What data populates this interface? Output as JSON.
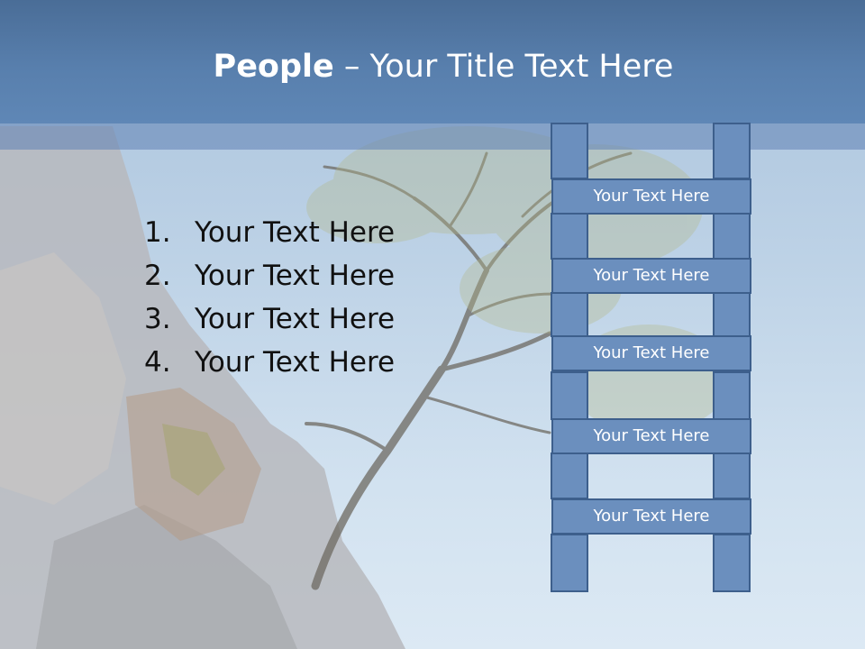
{
  "slide": {
    "title_bold": "People",
    "title_rest": " – Your Title Text Here",
    "list_items": [
      {
        "number": "1.",
        "text": "Your Text Here"
      },
      {
        "number": "2.",
        "text": "Your Text Here"
      },
      {
        "number": "3.",
        "text": "Your Text Here"
      },
      {
        "number": "4.",
        "text": "Your Text Here"
      }
    ],
    "ladder_rungs": [
      "Your Text Here",
      "Your Text Here",
      "Your Text Here",
      "Your Text Here",
      "Your Text Here"
    ]
  },
  "colors": {
    "header": "#587fad",
    "rung_fill": "#6b8fbe",
    "rung_border": "#3d5f8c",
    "title_text": "#ffffff"
  }
}
